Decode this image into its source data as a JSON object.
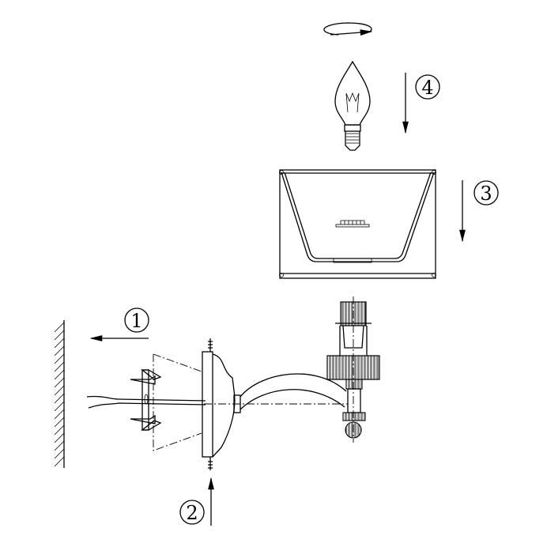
{
  "steps": [
    {
      "number": "1",
      "direction": "left"
    },
    {
      "number": "2",
      "direction": "up"
    },
    {
      "number": "3",
      "direction": "down"
    },
    {
      "number": "4",
      "direction": "down"
    }
  ],
  "icons": [
    "rotate-arrow-icon",
    "arrow-left-icon",
    "arrow-up-icon",
    "arrow-down-icon"
  ],
  "colors": {
    "line": "#000000",
    "background": "#ffffff"
  }
}
